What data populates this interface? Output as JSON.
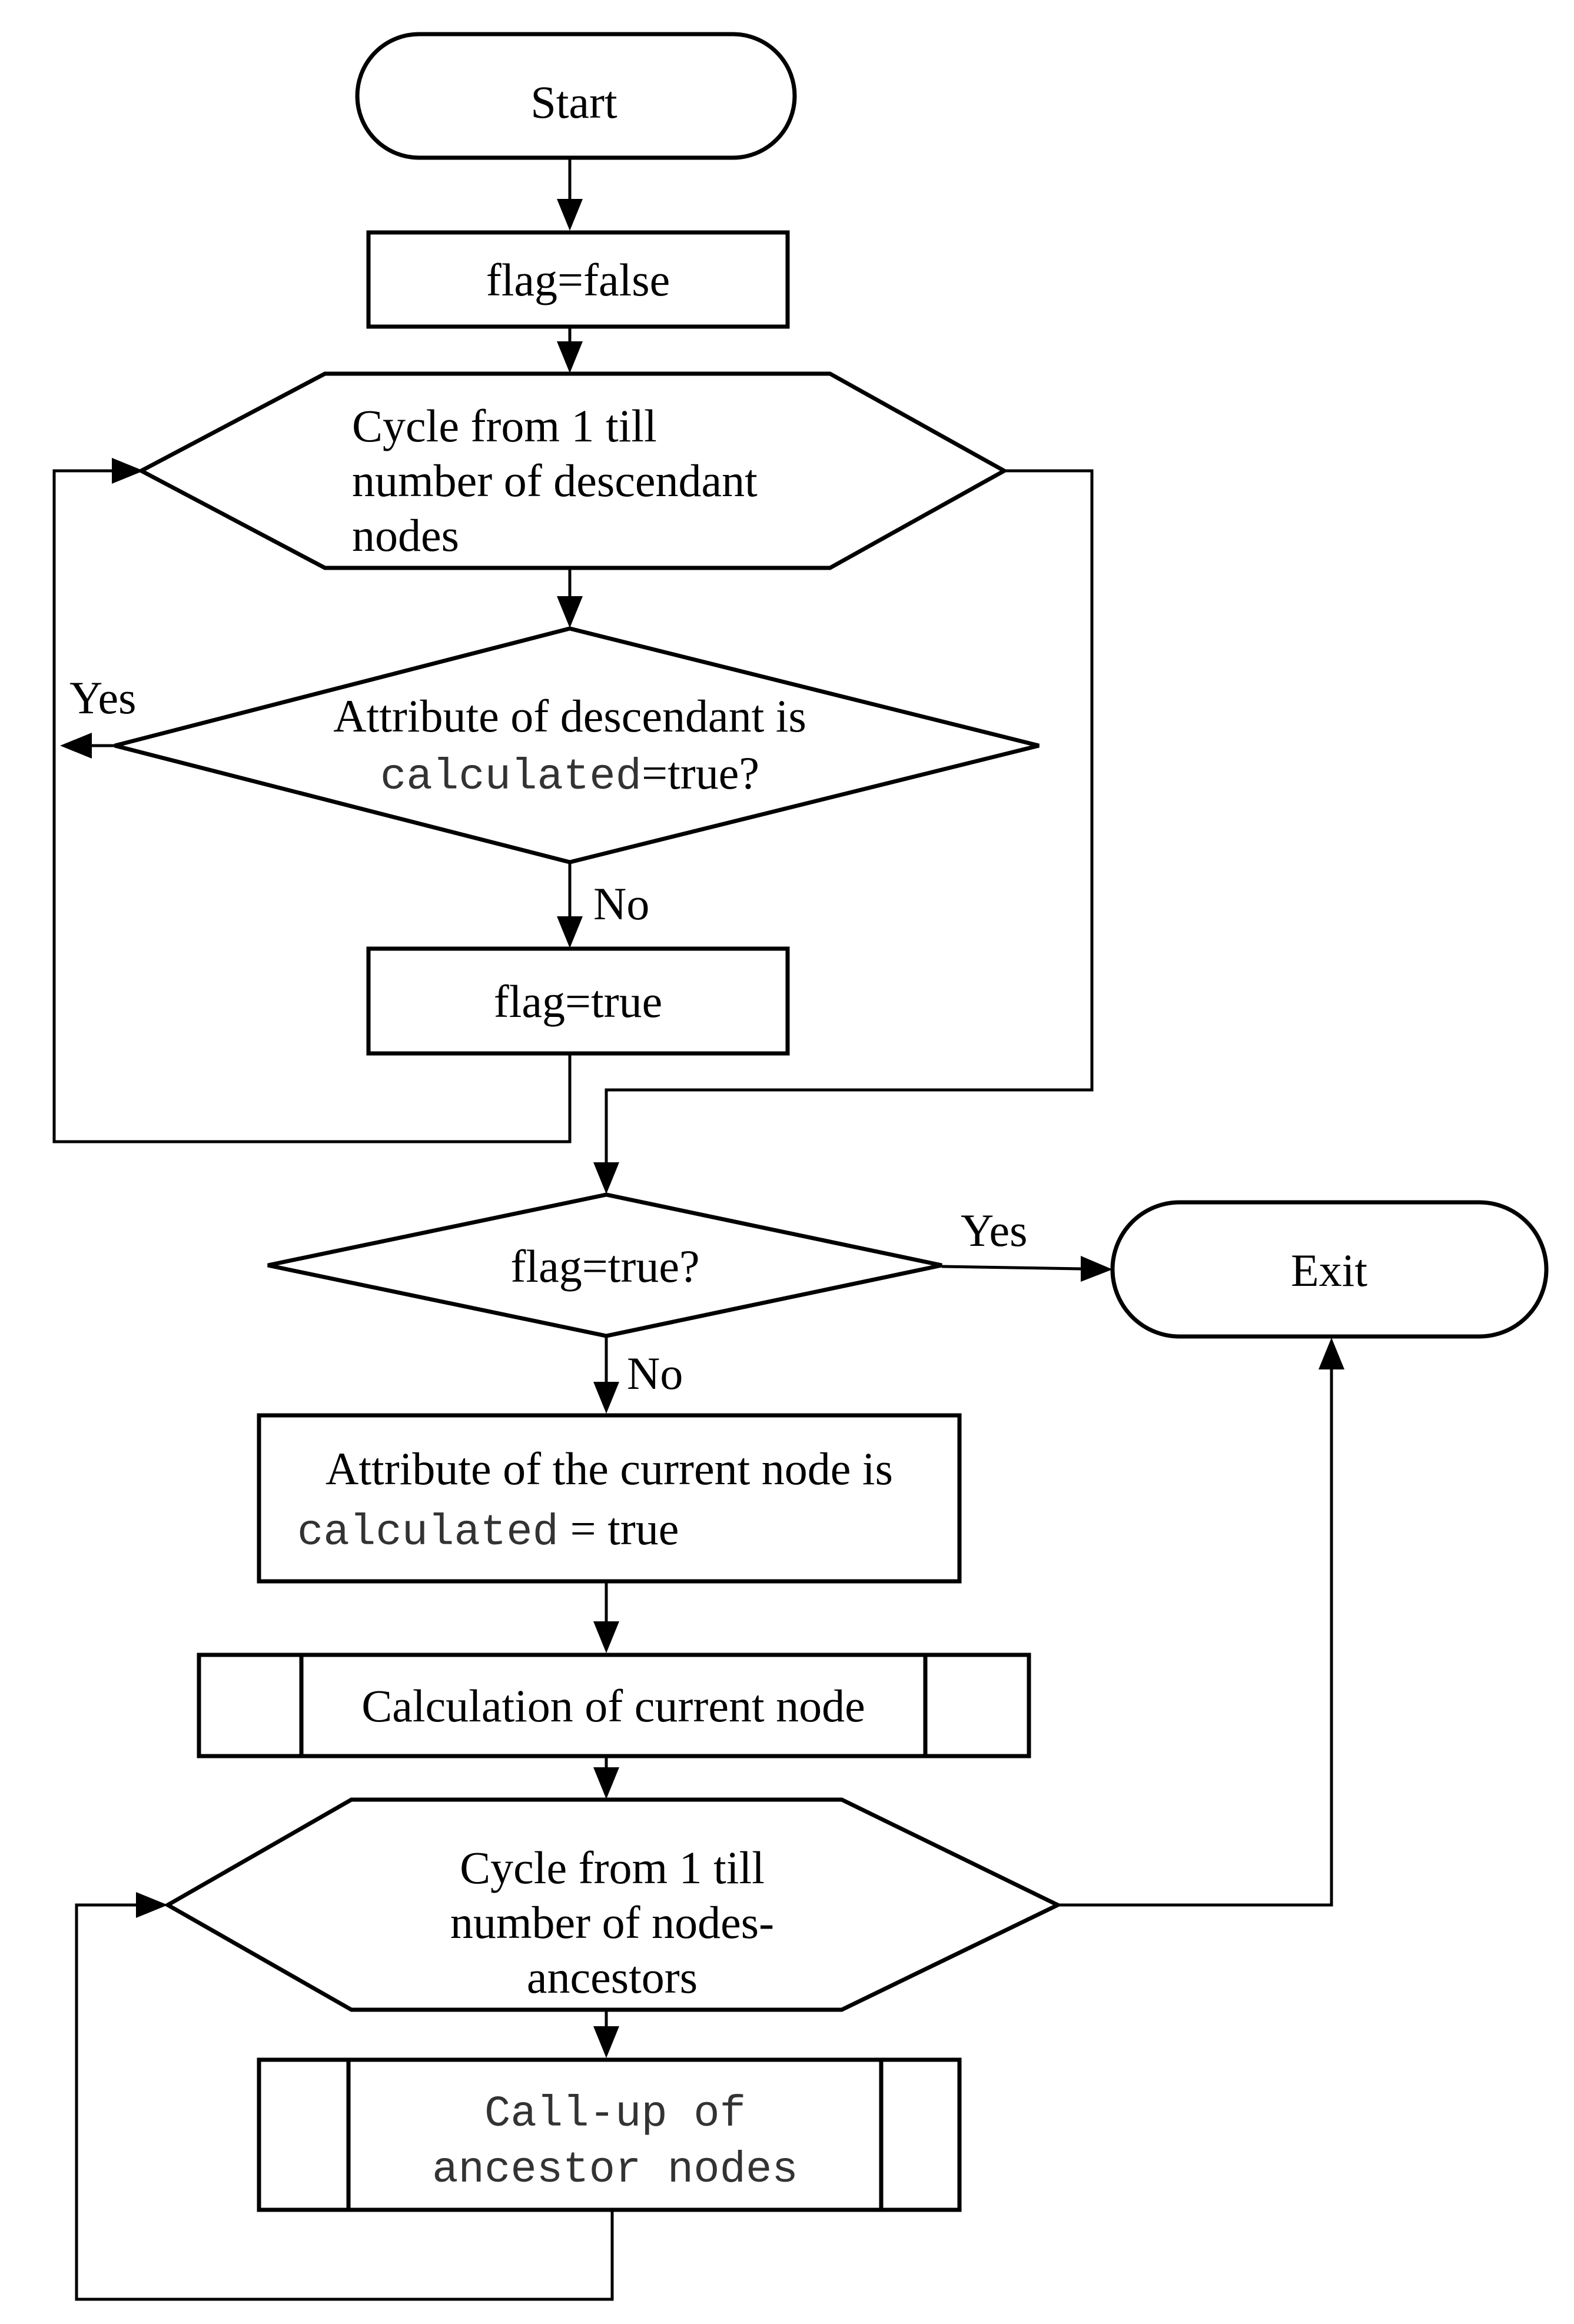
{
  "nodes": {
    "start": "Start",
    "init_flag": "flag=false",
    "loop_descendants": [
      "Cycle from 1 till",
      "number of descendant",
      "nodes"
    ],
    "check_descendant": {
      "line1": "Attribute of descendant is",
      "line2_code": "calculated",
      "line2_rest": "=true?"
    },
    "set_flag": "flag=true",
    "check_flag": "flag=true?",
    "exit": "Exit",
    "mark_current": {
      "line1": "Attribute of the current node is",
      "line2_code": "calculated",
      "line2_rest": " = true"
    },
    "calc_current": "Calculation of current node",
    "loop_ancestors": [
      "Cycle from 1 till",
      "number of nodes-",
      "ancestors"
    ],
    "call_ancestors": [
      "Call-up of",
      "ancestor nodes"
    ]
  },
  "edge_labels": {
    "descendant_yes": "Yes",
    "descendant_no": "No",
    "flag_yes": "Yes",
    "flag_no": "No"
  }
}
